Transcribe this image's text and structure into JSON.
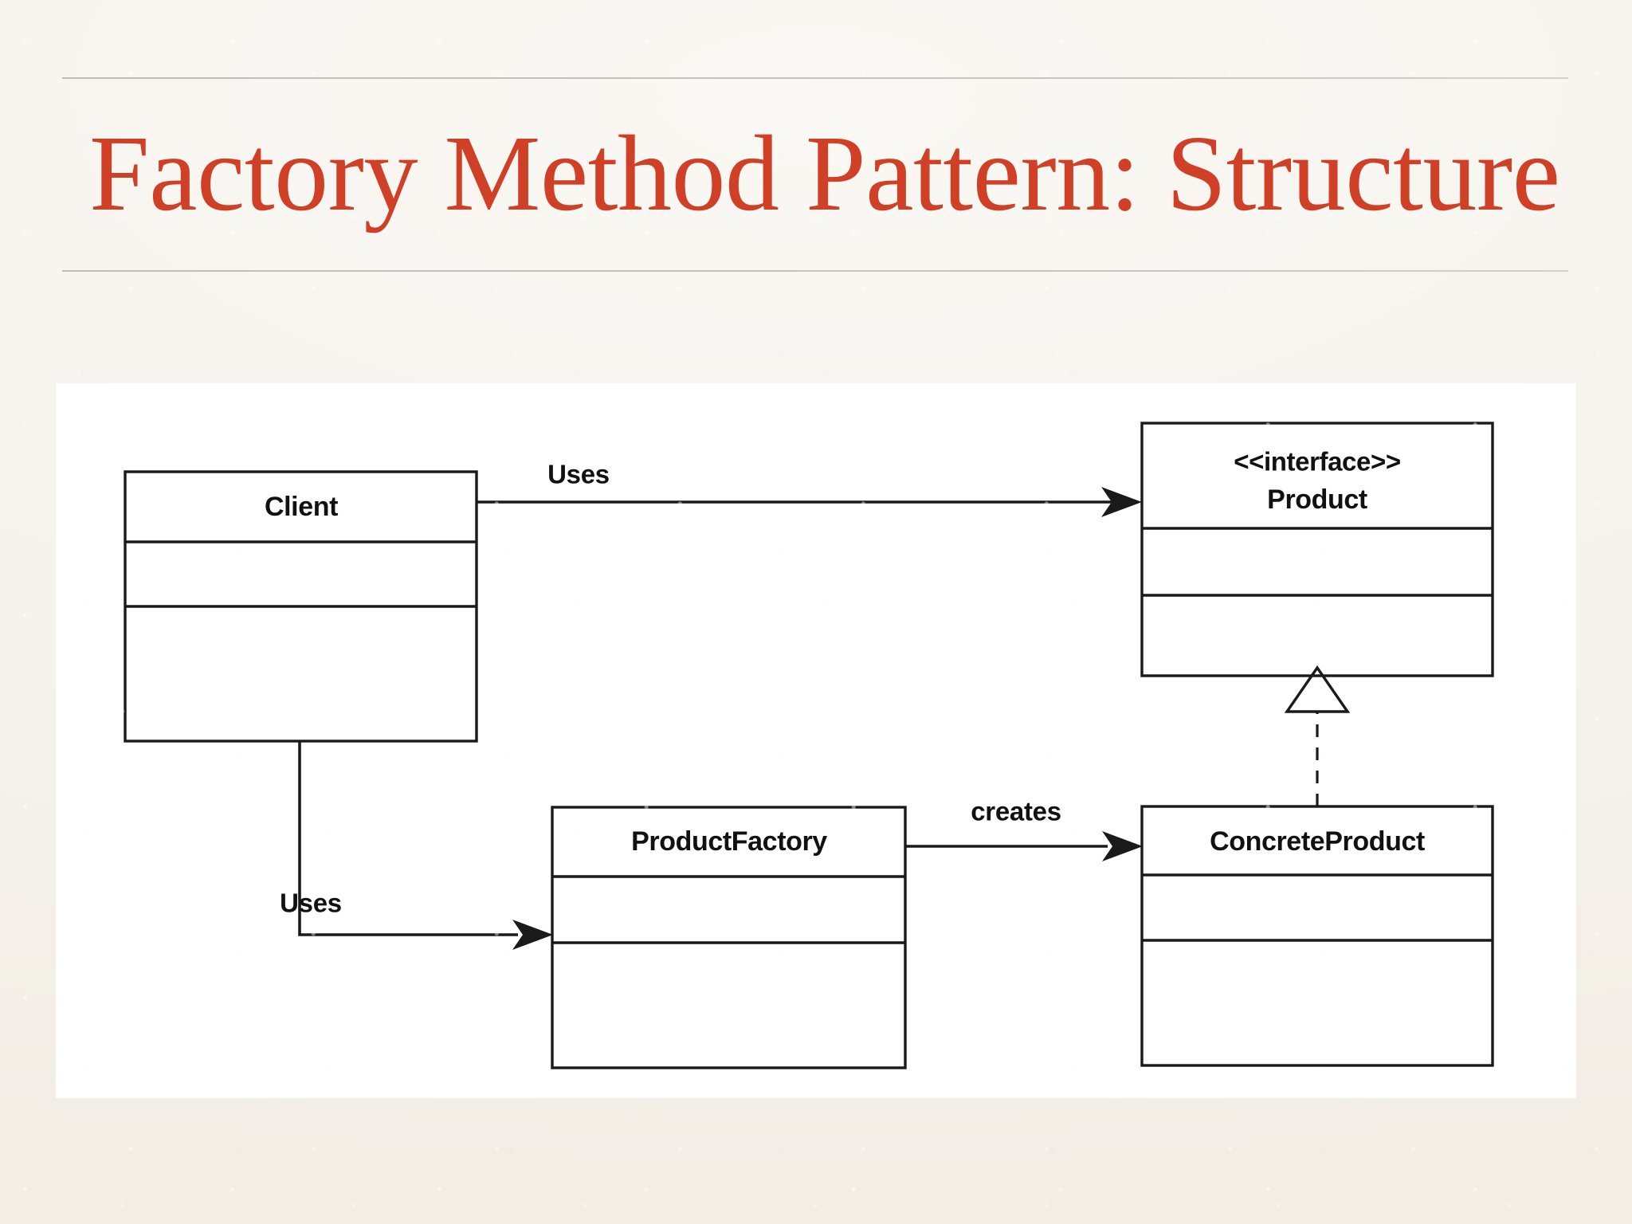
{
  "slide": {
    "title": "Factory Method Pattern: Structure",
    "title_color": "#cf4027",
    "background_color": "#f7f4ef",
    "rule_color": "#c6c4bf"
  },
  "diagram": {
    "kind": "uml-class-diagram",
    "panel_background": "#ffffff",
    "line_color": "#1a1a1a",
    "classes": [
      {
        "id": "client",
        "name": "Client",
        "stereotype": "",
        "compartments": [
          "",
          ""
        ]
      },
      {
        "id": "product",
        "name": "Product",
        "stereotype": "<<interface>>",
        "compartments": [
          "",
          ""
        ]
      },
      {
        "id": "product-factory",
        "name": "ProductFactory",
        "stereotype": "",
        "compartments": [
          "",
          ""
        ]
      },
      {
        "id": "concrete-product",
        "name": "ConcreteProduct",
        "stereotype": "",
        "compartments": [
          "",
          ""
        ]
      }
    ],
    "relations": [
      {
        "id": "client-uses-product",
        "label": "Uses",
        "from": "client",
        "to": "product",
        "style": "solid",
        "arrow": "open-filled"
      },
      {
        "id": "client-uses-factory",
        "label": "Uses",
        "from": "client",
        "to": "product-factory",
        "style": "solid",
        "arrow": "open-filled"
      },
      {
        "id": "factory-creates-concrete",
        "label": "creates",
        "from": "product-factory",
        "to": "concrete-product",
        "style": "solid",
        "arrow": "open-filled"
      },
      {
        "id": "concrete-realizes-product",
        "label": "",
        "from": "concrete-product",
        "to": "product",
        "style": "dashed",
        "arrow": "hollow-triangle"
      }
    ]
  }
}
